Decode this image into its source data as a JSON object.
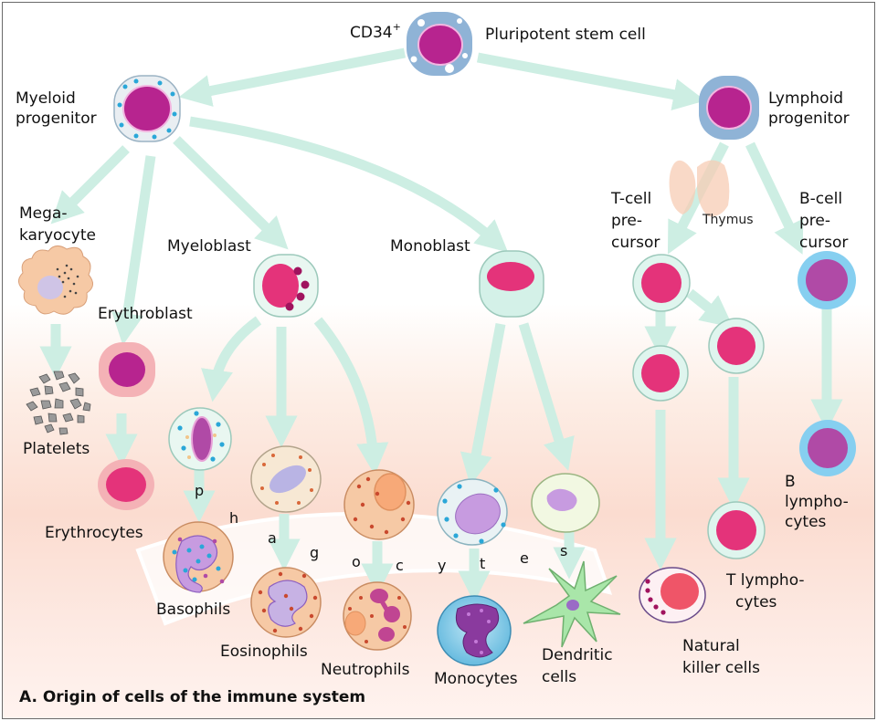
{
  "title": "A. Origin of cells of the immune system",
  "cells": {
    "stem": {
      "marker": "CD34",
      "marker_sup": "+",
      "label": "Pluripotent stem cell"
    },
    "myeloid": {
      "line1": "Myeloid",
      "line2": "progenitor"
    },
    "lymphoid": {
      "line1": "Lymphoid",
      "line2": "progenitor"
    },
    "megakaryocyte": {
      "line1": "Mega-",
      "line2": "karyocyte"
    },
    "erythroblast": {
      "label": "Erythroblast"
    },
    "myeloblast": {
      "label": "Myeloblast"
    },
    "monoblast": {
      "label": "Monoblast"
    },
    "tcell_precursor": {
      "line1": "T-cell",
      "line2": "pre-",
      "line3": "cursor"
    },
    "thymus": {
      "label": "Thymus"
    },
    "bcell_precursor": {
      "line1": "B-cell",
      "line2": "pre-",
      "line3": "cursor"
    },
    "platelets": {
      "label": "Platelets"
    },
    "erythrocytes": {
      "label": "Erythrocytes"
    },
    "basophils": {
      "label": "Basophils"
    },
    "eosinophils": {
      "label": "Eosinophils"
    },
    "neutrophils": {
      "label": "Neutrophils"
    },
    "monocytes": {
      "label": "Monocytes"
    },
    "dendritic": {
      "line1": "Dendritic",
      "line2": "cells"
    },
    "nk": {
      "line1": "Natural",
      "line2": "killer cells"
    },
    "t_lymph": {
      "line1": "T lympho-",
      "line2": "cytes"
    },
    "b_lymph": {
      "line1": "B",
      "line2": "lympho-",
      "line3": "cytes"
    }
  },
  "phagocytes_letters": [
    "p",
    "h",
    "a",
    "g",
    "o",
    "c",
    "y",
    "t",
    "e",
    "s"
  ],
  "colors": {
    "arrow": "#cdeee3",
    "nucleus_magenta": "#b7248f",
    "nucleus_pink": "#e4337a",
    "cyto_light": "#e9f7f1",
    "stem_blue": "#8fb3d6",
    "b_blue": "#86cff0",
    "granule_blue": "#2aa7d8",
    "orange_cell": "#f6c9a5"
  }
}
